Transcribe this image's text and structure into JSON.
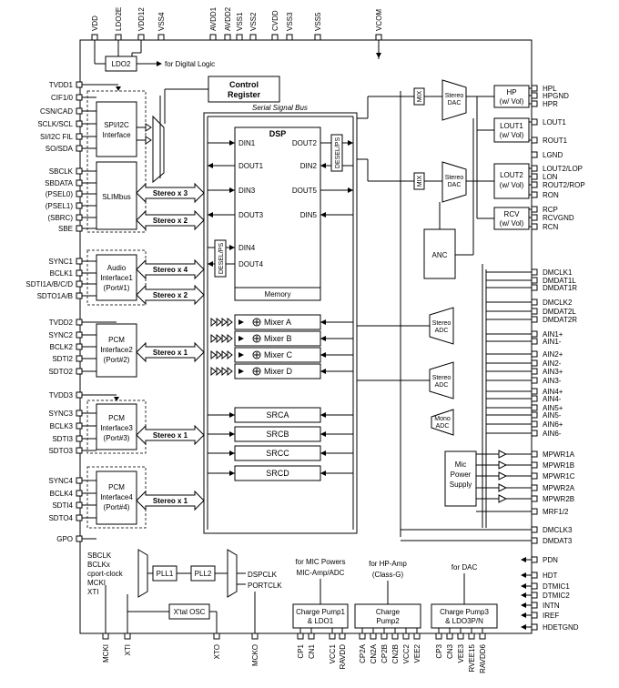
{
  "top_pins": [
    "VDD",
    "LDO2E",
    "VDD12",
    "VSS4",
    "AVDD1",
    "AVDD2",
    "VSS1",
    "VSS2",
    "CVDD",
    "VSS3",
    "VSS5",
    "VCOM"
  ],
  "ldo2": {
    "label": "LDO2",
    "note": "for Digital Logic"
  },
  "control_register": [
    "Control",
    "Register"
  ],
  "left_pins": [
    "TVDD1",
    "CIF1/0",
    "CSN/CAD",
    "SCLK/SCL",
    "SI/I2C FIL",
    "SO/SDA",
    "SBCLK",
    "SBDATA",
    "(PSEL0)",
    "(PSEL1)",
    "(SBRC)",
    "SBE",
    "SYNC1",
    "BCLK1",
    "SDTI1A/B/C/D",
    "SDTO1A/B",
    "TVDD2",
    "SYNC2",
    "BCLK2",
    "SDTI2",
    "SDTO2",
    "TVDD3",
    "SYNC3",
    "BCLK3",
    "SDTI3",
    "SDTO3",
    "SYNC4",
    "BCLK4",
    "SDTI4",
    "SDTO4",
    "GPO"
  ],
  "blocks": {
    "spi": [
      "SPI/I2C",
      "Interface"
    ],
    "slimbus": "SLIMbus",
    "audio_if1": [
      "Audio",
      "Interface1",
      "(Port#1)"
    ],
    "pcm2": [
      "PCM",
      "Interface2",
      "(Port#2)"
    ],
    "pcm3": [
      "PCM",
      "Interface3",
      "(Port#3)"
    ],
    "pcm4": [
      "PCM",
      "Interface4",
      "(Port#4)"
    ]
  },
  "stereo_labels": [
    "Stereo x 3",
    "Stereo x 2",
    "Stereo x 4",
    "Stereo x 2",
    "Stereo x 1",
    "Stereo x 1",
    "Stereo x 1"
  ],
  "serial_bus": "Serial Signal Bus",
  "dsp": {
    "title": "DSP",
    "left": [
      "DIN1",
      "DOUT1",
      "DIN3",
      "DOUT3",
      "DIN4",
      "DOUT4"
    ],
    "right": [
      "DOUT2",
      "DIN2",
      "DOUT5",
      "DIN5"
    ],
    "memory": "Memory",
    "desel": "DESEL/PS"
  },
  "mixers": [
    "Mixer A",
    "Mixer B",
    "Mixer C",
    "Mixer D"
  ],
  "srcs": [
    "SRCA",
    "SRCB",
    "SRCC",
    "SRCD"
  ],
  "right_outputs": {
    "mix": "MIX",
    "stereo_dac": [
      "Stereo",
      "DAC"
    ],
    "hp": [
      "HP",
      "(w/ Vol)"
    ],
    "lout1": [
      "LOUT1",
      "(w/ Vol)"
    ],
    "lout2": [
      "LOUT2",
      "(w/ Vol)"
    ],
    "rcv": [
      "RCV",
      "(w/ Vol)"
    ],
    "anc": "ANC",
    "stereo_adc": [
      "Stereo",
      "ADC"
    ],
    "mono_adc": [
      "Mono",
      "ADC"
    ],
    "mic_power": [
      "Mic",
      "Power",
      "Supply"
    ]
  },
  "right_pins": [
    "HPL",
    "HPGND",
    "HPR",
    "LOUT1",
    "ROUT1",
    "LGND",
    "LOUT2/LOP",
    "LON",
    "ROUT2/ROP",
    "RON",
    "RCP",
    "RCVGND",
    "RCN",
    "DMCLK1",
    "DMDAT1L",
    "DMDAT1R",
    "DMCLK2",
    "DMDAT2L",
    "DMDAT2R",
    "AIN1+",
    "AIN1-",
    "AIN2+",
    "AIN2-",
    "AIN3+",
    "AIN3-",
    "AIN4+",
    "AIN4-",
    "AIN5+",
    "AIN5-",
    "AIN6+",
    "AIN6-",
    "MPWR1A",
    "MPWR1B",
    "MPWR1C",
    "MPWR2A",
    "MPWR2B",
    "MRF1/2",
    "DMCLK3",
    "DMDAT3",
    "PDN",
    "HDT",
    "DTMIC1",
    "DTMIC2",
    "INTN",
    "IREF",
    "HDETGND"
  ],
  "clock": {
    "inputs": [
      "SBCLK",
      "BCLKx",
      "cport-clock",
      "MCKI",
      "XTI"
    ],
    "pll1": "PLL1",
    "pll2": "PLL2",
    "xtal": "X'tal OSC",
    "outputs": [
      "DSPCLK",
      "PORTCLK"
    ]
  },
  "charge": {
    "notes": [
      [
        "for MIC Powers",
        "MIC-Amp/ADC"
      ],
      [
        "for HP-Amp",
        "(Class-G)"
      ],
      [
        "for DAC"
      ]
    ],
    "pumps": [
      [
        "Charge Pump1",
        "& LDO1"
      ],
      [
        "Charge",
        "Pump2"
      ],
      [
        "Charge Pump3",
        "& LDO3P/N"
      ]
    ]
  },
  "bottom_pins": [
    "MCKI",
    "XTI",
    "XTO",
    "MCKO",
    "CP1",
    "CN1",
    "VCC1",
    "RAVDD",
    "CP2A",
    "CN2A",
    "CP2B",
    "CN2B",
    "VCC2",
    "VEE2",
    "CP3",
    "CN3",
    "VEE3",
    "RVEE15",
    "RAVDD6"
  ]
}
